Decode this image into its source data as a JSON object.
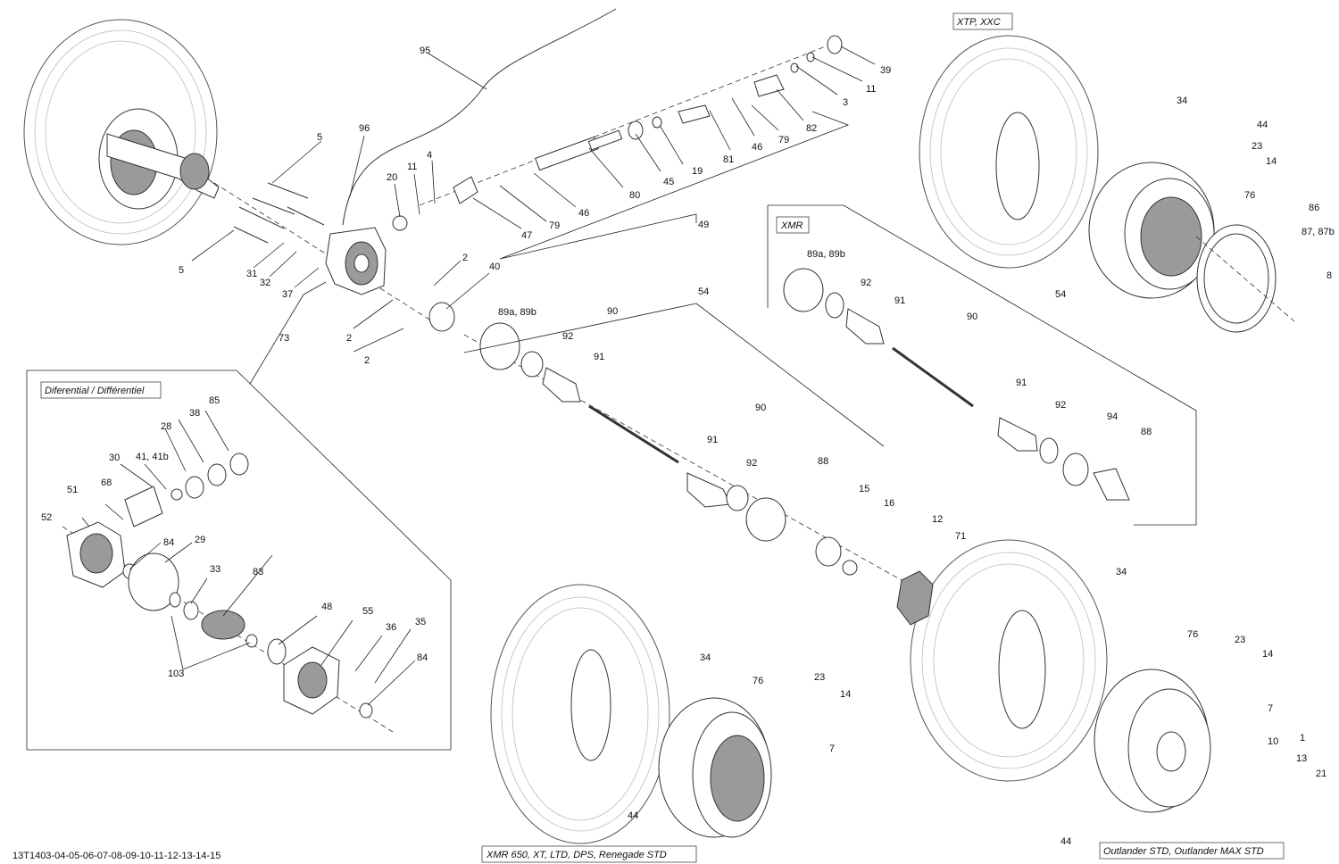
{
  "labels": {
    "l95": "95",
    "l96": "96",
    "l5a": "5",
    "l5b": "5",
    "l20": "20",
    "l11a": "11",
    "l4": "4",
    "l31": "31",
    "l32": "32",
    "l37": "37",
    "l73": "73",
    "l2a": "2",
    "l2b": "2",
    "l2c": "2",
    "l40": "40",
    "l47": "47",
    "l79a": "79",
    "l46a": "46",
    "l80": "80",
    "l45": "45",
    "l19": "19",
    "l49": "49",
    "l81": "81",
    "l46b": "46",
    "l79b": "79",
    "l82": "82",
    "l3": "3",
    "l11b": "11",
    "l39": "39",
    "l54a": "54",
    "l89a": "89a, 89b",
    "l90a": "90",
    "l92a": "92",
    "l91a": "91",
    "l90b": "90",
    "l91b": "91",
    "l92b": "92",
    "l88a": "88",
    "l15": "15",
    "l16": "16",
    "l12": "12",
    "l71": "71",
    "l34a": "34",
    "l44a": "44",
    "l23a": "23",
    "l14a": "14",
    "l76a": "76",
    "l86": "86",
    "l87": "87, 87b",
    "l8": "8",
    "l89b": "89a, 89b",
    "l92c": "92",
    "l91c": "91",
    "l90c": "90",
    "l54b": "54",
    "l91d": "91",
    "l92d": "92",
    "l94": "94",
    "l88b": "88",
    "l85": "85",
    "l38": "38",
    "l28": "28",
    "l41": "41, 41b",
    "l30": "30",
    "l68": "68",
    "l51": "51",
    "l52": "52",
    "l84a": "84",
    "l29": "29",
    "l33": "33",
    "l83": "83",
    "l48": "48",
    "l55": "55",
    "l36": "36",
    "l35": "35",
    "l84b": "84",
    "l103": "103",
    "l34b": "34",
    "l76b": "76",
    "l23b": "23",
    "l14b": "14",
    "l7a": "7",
    "l44b": "44",
    "l34c": "34",
    "l76c": "76",
    "l23c": "23",
    "l14c": "14",
    "l7b": "7",
    "l10": "10",
    "l1": "1",
    "l13": "13",
    "l21": "21",
    "l44c": "44"
  },
  "sections": {
    "xtp": "XTP, XXC",
    "xmr": "XMR",
    "diff": "Diferential / Différentiel",
    "xmr650": "XMR 650, XT, LTD, DPS, Renegade STD",
    "outlander": "Outlander STD, Outlander MAX STD"
  },
  "figure_id": "13T1403-04-05-06-07-08-09-10-11-12-13-14-15"
}
